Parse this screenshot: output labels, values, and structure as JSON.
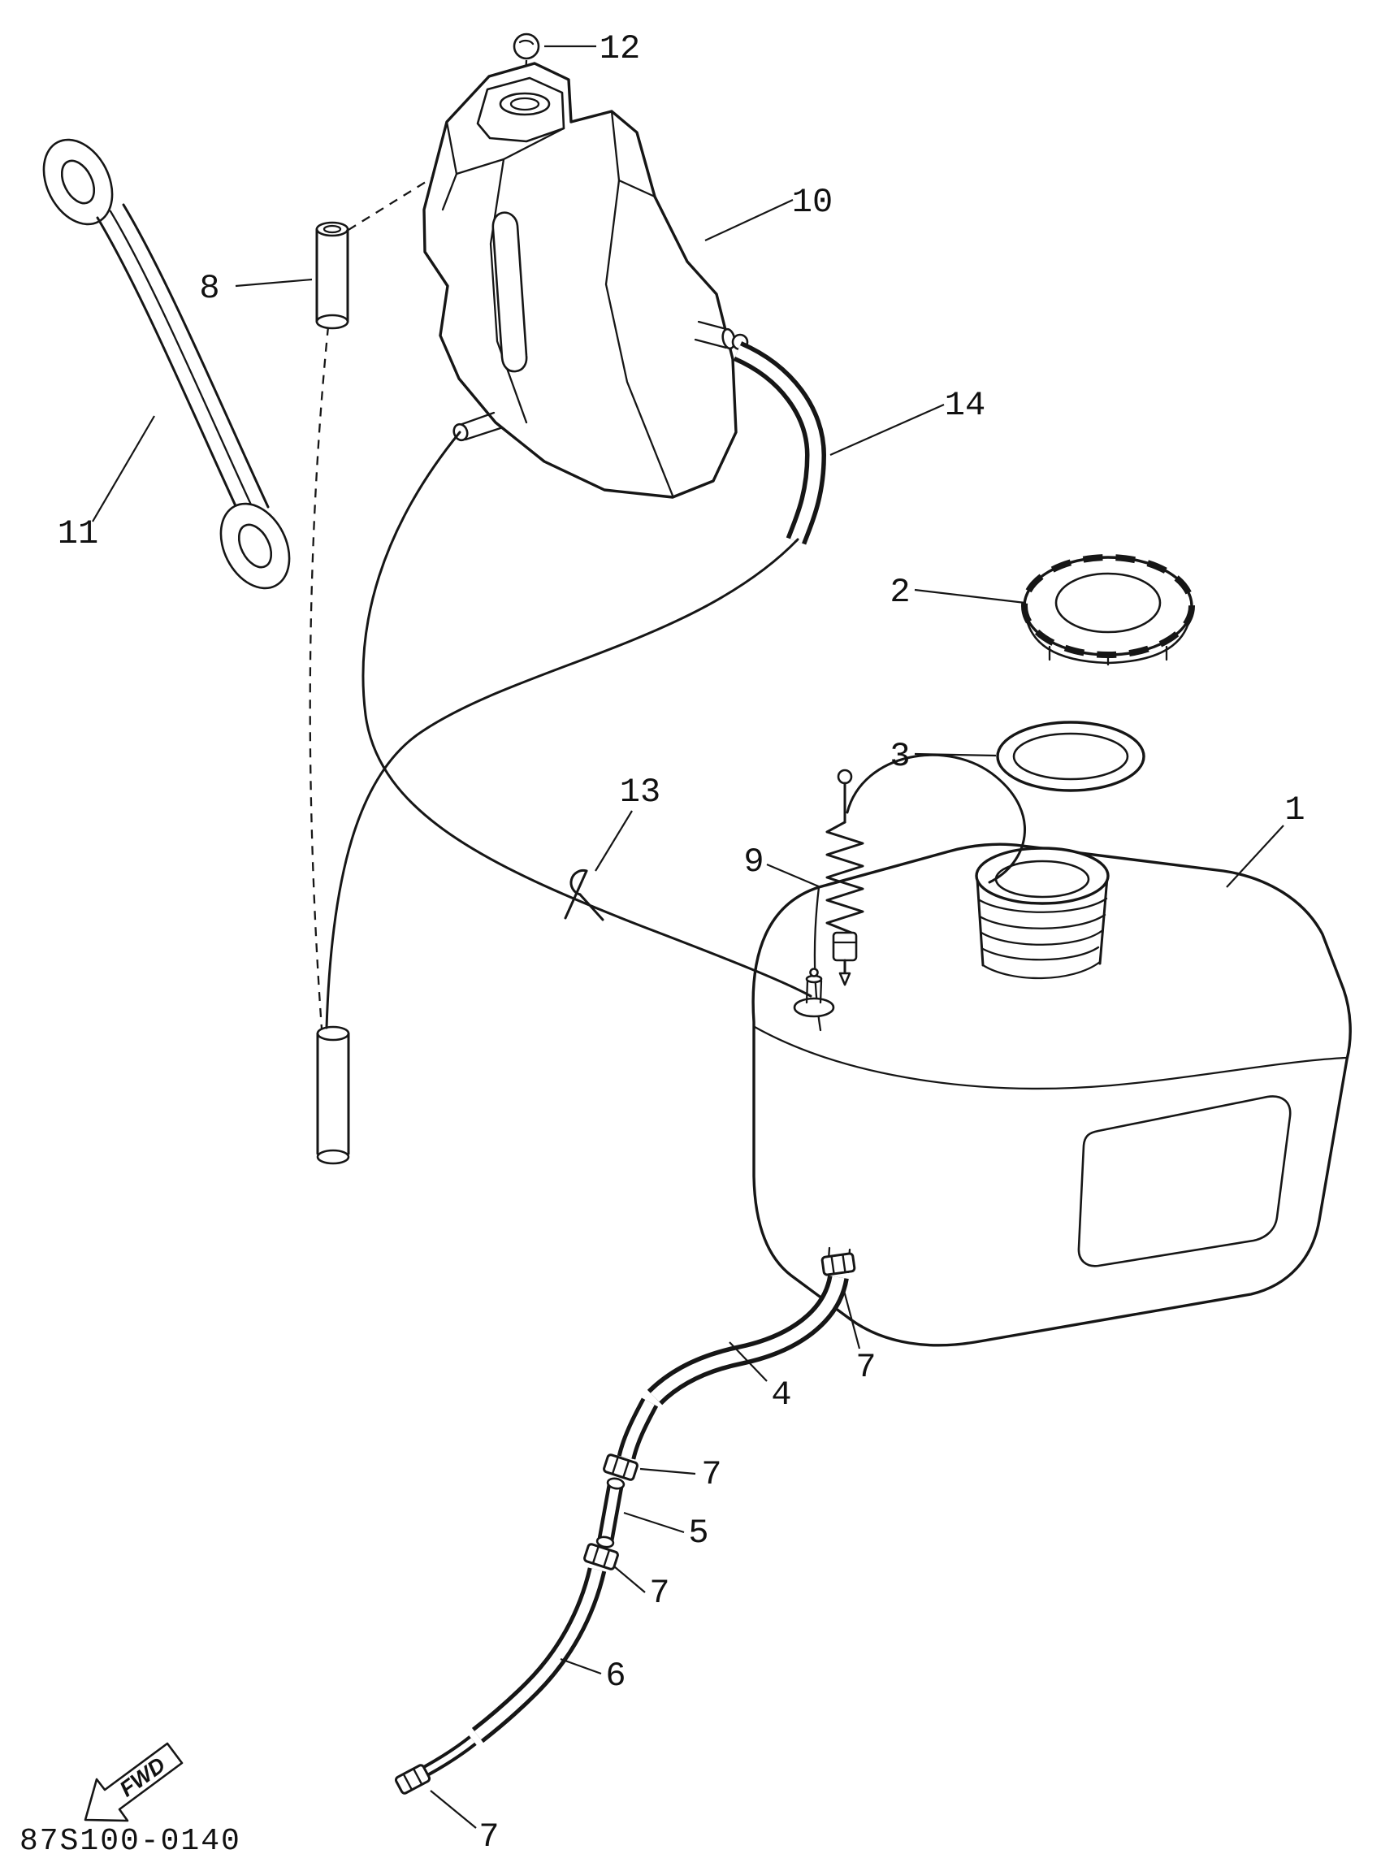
{
  "diagram": {
    "part_code": "87S100-0140",
    "fwd_label": "FWD",
    "line_color": "#161616",
    "background_color": "#ffffff"
  },
  "callouts": [
    {
      "label": "12"
    },
    {
      "label": "10"
    },
    {
      "label": "8"
    },
    {
      "label": "14"
    },
    {
      "label": "11"
    },
    {
      "label": "2"
    },
    {
      "label": "3"
    },
    {
      "label": "13"
    },
    {
      "label": "9"
    },
    {
      "label": "1"
    },
    {
      "label": "7"
    },
    {
      "label": "4"
    },
    {
      "label": "7"
    },
    {
      "label": "5"
    },
    {
      "label": "7"
    },
    {
      "label": "6"
    },
    {
      "label": "7"
    }
  ]
}
